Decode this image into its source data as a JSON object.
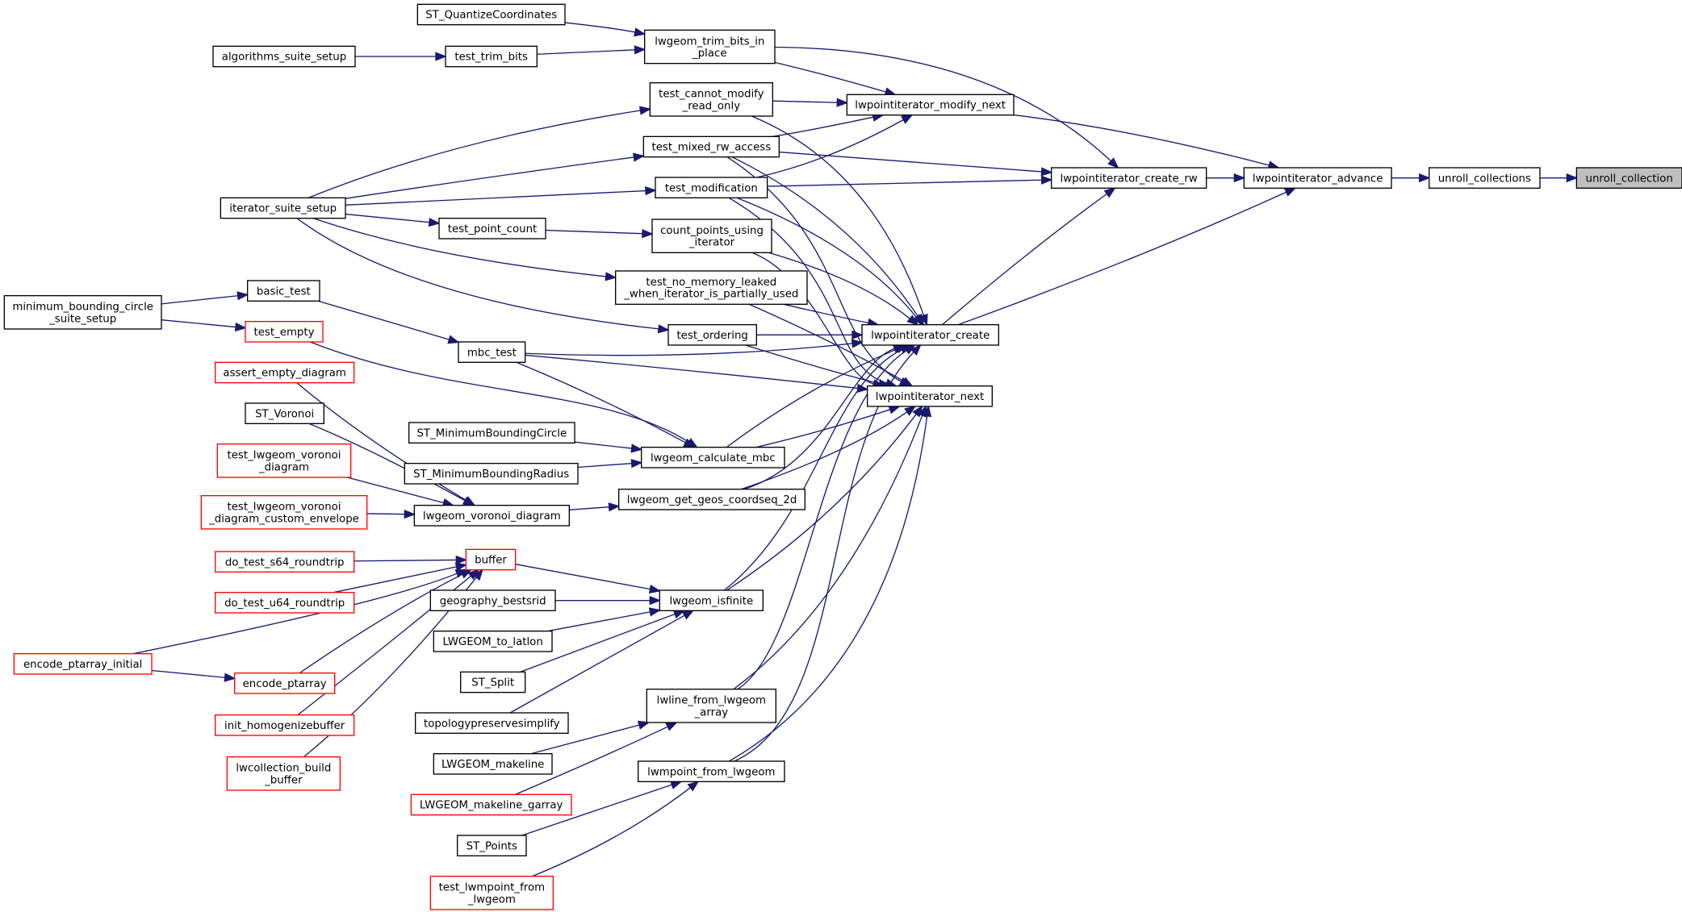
{
  "colors": {
    "edge": "#191970",
    "border_default": "#000000",
    "border_truncated": "#ff0000",
    "node_fill": "#ffffff",
    "root_fill": "#bfbfbf"
  },
  "nodes": {
    "unroll_collection": {
      "lines": [
        "unroll_collection"
      ],
      "root": true
    },
    "unroll_collections": {
      "lines": [
        "unroll_collections"
      ]
    },
    "lwpointiterator_advance": {
      "lines": [
        "lwpointiterator_advance"
      ]
    },
    "lwpointiterator_create_rw": {
      "lines": [
        "lwpointiterator_create_rw"
      ]
    },
    "lwpointiterator_modify_next": {
      "lines": [
        "lwpointiterator_modify_next"
      ]
    },
    "lwpointiterator_create": {
      "lines": [
        "lwpointiterator_create"
      ]
    },
    "lwpointiterator_next": {
      "lines": [
        "lwpointiterator_next"
      ]
    },
    "lwgeom_trim_bits_in_place": {
      "lines": [
        "lwgeom_trim_bits_in",
        "_place"
      ]
    },
    "ST_QuantizeCoordinates": {
      "lines": [
        "ST_QuantizeCoordinates"
      ]
    },
    "test_trim_bits": {
      "lines": [
        "test_trim_bits"
      ]
    },
    "algorithms_suite_setup": {
      "lines": [
        "algorithms_suite_setup"
      ]
    },
    "test_cannot_modify_read_only": {
      "lines": [
        "test_cannot_modify",
        "_read_only"
      ]
    },
    "test_mixed_rw_access": {
      "lines": [
        "test_mixed_rw_access"
      ]
    },
    "test_modification": {
      "lines": [
        "test_modification"
      ]
    },
    "iterator_suite_setup": {
      "lines": [
        "iterator_suite_setup"
      ]
    },
    "test_point_count": {
      "lines": [
        "test_point_count"
      ]
    },
    "count_points_using_iterator": {
      "lines": [
        "count_points_using",
        "_iterator"
      ]
    },
    "test_no_memory_leaked": {
      "lines": [
        "test_no_memory_leaked",
        "_when_iterator_is_partially_used"
      ]
    },
    "test_ordering": {
      "lines": [
        "test_ordering"
      ]
    },
    "minimum_bounding_circle_suite_setup": {
      "lines": [
        "minimum_bounding_circle",
        "_suite_setup"
      ]
    },
    "basic_test": {
      "lines": [
        "basic_test"
      ]
    },
    "test_empty": {
      "lines": [
        "test_empty"
      ],
      "truncated": true
    },
    "mbc_test": {
      "lines": [
        "mbc_test"
      ]
    },
    "assert_empty_diagram": {
      "lines": [
        "assert_empty_diagram"
      ],
      "truncated": true
    },
    "ST_Voronoi": {
      "lines": [
        "ST_Voronoi"
      ]
    },
    "test_lwgeom_voronoi_diagram": {
      "lines": [
        "test_lwgeom_voronoi",
        "_diagram"
      ],
      "truncated": true
    },
    "test_lwgeom_voronoi_diagram_custom_envelope": {
      "lines": [
        "test_lwgeom_voronoi",
        "_diagram_custom_envelope"
      ],
      "truncated": true
    },
    "lwgeom_voronoi_diagram": {
      "lines": [
        "lwgeom_voronoi_diagram"
      ]
    },
    "ST_MinimumBoundingCircle": {
      "lines": [
        "ST_MinimumBoundingCircle"
      ]
    },
    "ST_MinimumBoundingRadius": {
      "lines": [
        "ST_MinimumBoundingRadius"
      ]
    },
    "lwgeom_calculate_mbc": {
      "lines": [
        "lwgeom_calculate_mbc"
      ]
    },
    "lwgeom_get_geos_coordseq_2d": {
      "lines": [
        "lwgeom_get_geos_coordseq_2d"
      ]
    },
    "do_test_s64_roundtrip": {
      "lines": [
        "do_test_s64_roundtrip"
      ],
      "truncated": true
    },
    "do_test_u64_roundtrip": {
      "lines": [
        "do_test_u64_roundtrip"
      ],
      "truncated": true
    },
    "buffer": {
      "lines": [
        "buffer"
      ],
      "truncated": true
    },
    "encode_ptarray_initial": {
      "lines": [
        "encode_ptarray_initial"
      ],
      "truncated": true
    },
    "encode_ptarray": {
      "lines": [
        "encode_ptarray"
      ],
      "truncated": true
    },
    "init_homogenizebuffer": {
      "lines": [
        "init_homogenizebuffer"
      ],
      "truncated": true
    },
    "lwcollection_build_buffer": {
      "lines": [
        "lwcollection_build",
        "_buffer"
      ],
      "truncated": true
    },
    "geography_bestsrid": {
      "lines": [
        "geography_bestsrid"
      ]
    },
    "LWGEOM_to_latlon": {
      "lines": [
        "LWGEOM_to_latlon"
      ]
    },
    "ST_Split": {
      "lines": [
        "ST_Split"
      ]
    },
    "topologypreservesimplify": {
      "lines": [
        "topologypreservesimplify"
      ]
    },
    "lwgeom_isfinite": {
      "lines": [
        "lwgeom_isfinite"
      ]
    },
    "LWGEOM_makeline": {
      "lines": [
        "LWGEOM_makeline"
      ]
    },
    "LWGEOM_makeline_garray": {
      "lines": [
        "LWGEOM_makeline_garray"
      ],
      "truncated": true
    },
    "lwline_from_lwgeom_array": {
      "lines": [
        "lwline_from_lwgeom",
        "_array"
      ]
    },
    "lwmpoint_from_lwgeom": {
      "lines": [
        "lwmpoint_from_lwgeom"
      ]
    },
    "ST_Points": {
      "lines": [
        "ST_Points"
      ]
    },
    "test_lwmpoint_from_lwgeom": {
      "lines": [
        "test_lwmpoint_from",
        "_lwgeom"
      ],
      "truncated": true
    }
  }
}
